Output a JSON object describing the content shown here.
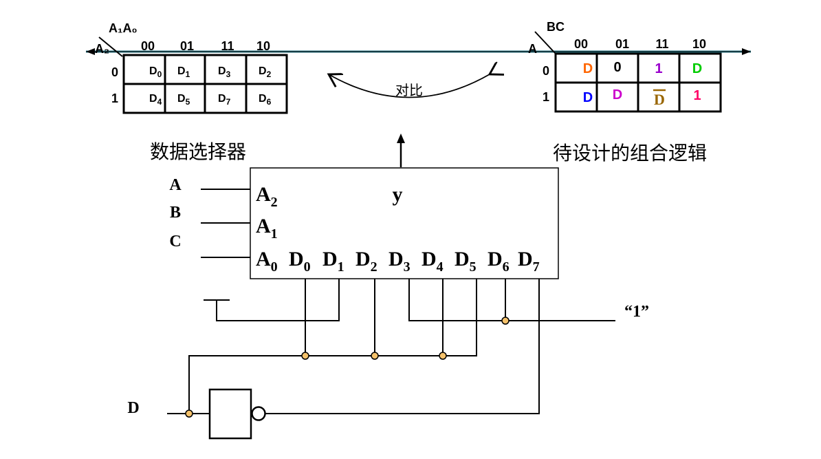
{
  "kmap_mux": {
    "corner_col_var": "A₁A₀",
    "corner_row_var": "A₂",
    "col_headers": [
      "00",
      "01",
      "11",
      "10"
    ],
    "row_headers": [
      "0",
      "1"
    ],
    "cells": [
      [
        {
          "base": "D",
          "sub": "0"
        },
        {
          "base": "D",
          "sub": "1"
        },
        {
          "base": "D",
          "sub": "3"
        },
        {
          "base": "D",
          "sub": "2"
        }
      ],
      [
        {
          "base": "D",
          "sub": "4"
        },
        {
          "base": "D",
          "sub": "5"
        },
        {
          "base": "D",
          "sub": "7"
        },
        {
          "base": "D",
          "sub": "6"
        }
      ]
    ],
    "caption": "数据选择器"
  },
  "kmap_target": {
    "corner_col_var": "BC",
    "corner_row_var": "A",
    "col_headers": [
      "00",
      "01",
      "11",
      "10"
    ],
    "row_headers": [
      "0",
      "1"
    ],
    "cells": [
      [
        {
          "text": "D",
          "color": "#ff6600"
        },
        {
          "text": "0",
          "color": "#000000"
        },
        {
          "text": "1",
          "color": "#9900cc"
        },
        {
          "text": "D",
          "color": "#00cc00"
        }
      ],
      [
        {
          "text": "D",
          "color": "#0000ff"
        },
        {
          "text": "D",
          "color": "#cc00cc"
        },
        {
          "text": "D",
          "color": "#996600",
          "overline": true
        },
        {
          "text": "1",
          "color": "#ff0066"
        }
      ]
    ],
    "caption": "待设计的组合逻辑"
  },
  "compare_label": "对比",
  "mux": {
    "output_label": "y",
    "select_pins": [
      {
        "base": "A",
        "sub": "2"
      },
      {
        "base": "A",
        "sub": "1"
      },
      {
        "base": "A",
        "sub": "0"
      }
    ],
    "data_pins": [
      {
        "base": "D",
        "sub": "0"
      },
      {
        "base": "D",
        "sub": "1"
      },
      {
        "base": "D",
        "sub": "2"
      },
      {
        "base": "D",
        "sub": "3"
      },
      {
        "base": "D",
        "sub": "4"
      },
      {
        "base": "D",
        "sub": "5"
      },
      {
        "base": "D",
        "sub": "6"
      },
      {
        "base": "D",
        "sub": "7"
      }
    ]
  },
  "inputs": [
    "A",
    "B",
    "C"
  ],
  "input_d": "D",
  "const_one_label": "“1”",
  "colors": {
    "line": "#000000",
    "junction": "#f5c26b",
    "axis": "#2a7a8a"
  }
}
